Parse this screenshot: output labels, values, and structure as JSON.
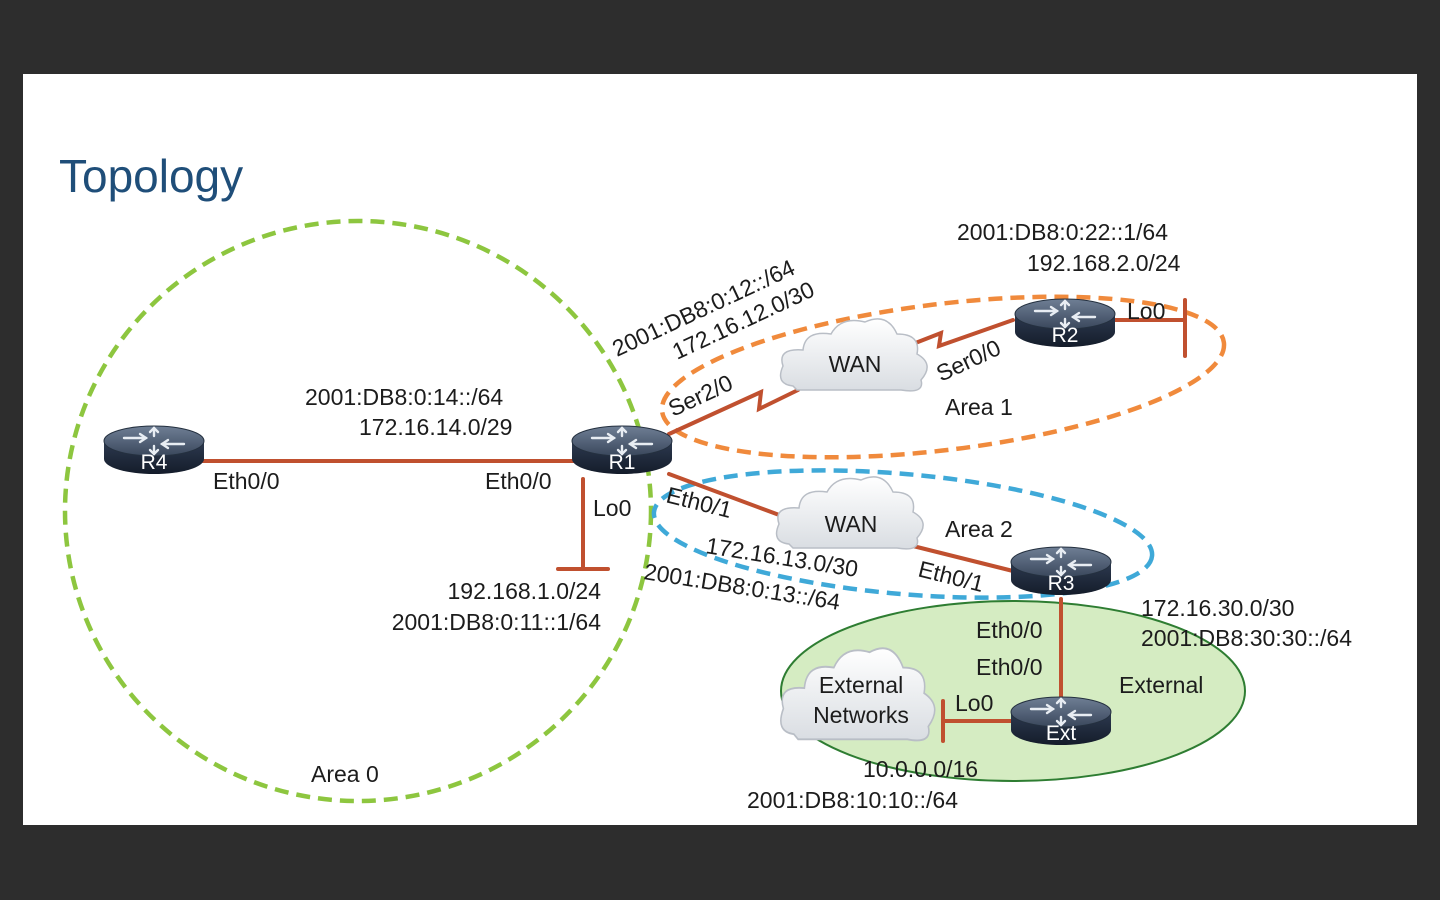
{
  "title": "Topology",
  "colors": {
    "area0": "#8dc63f",
    "area1": "#f08a3c",
    "area2": "#3fa9d8",
    "external_fill": "#d5ecc2",
    "external_stroke": "#2e7d32",
    "link": "#c0502f",
    "title": "#1f4e79"
  },
  "areas": {
    "area0": "Area 0",
    "area1": "Area 1",
    "area2": "Area 2",
    "external": "External"
  },
  "routers": {
    "r1": "R1",
    "r2": "R2",
    "r3": "R3",
    "r4": "R4",
    "ext": "Ext"
  },
  "clouds": {
    "wan1": "WAN",
    "wan2": "WAN",
    "external_line1": "External",
    "external_line2": "Networks"
  },
  "interfaces": {
    "r4_eth00": "Eth0/0",
    "r1_eth00": "Eth0/0",
    "r1_lo0": "Lo0",
    "r1_ser20": "Ser2/0",
    "r1_eth01": "Eth0/1",
    "r2_ser00": "Ser0/0",
    "r2_lo0": "Lo0",
    "r3_eth01": "Eth0/1",
    "r3_eth00": "Eth0/0",
    "ext_eth00": "Eth0/0",
    "ext_lo0": "Lo0"
  },
  "subnets": {
    "r1_r4_ipv6": "2001:DB8:0:14::/64",
    "r1_r4_ipv4": "172.16.14.0/29",
    "r1_lo0_ipv4": "192.168.1.0/24",
    "r1_lo0_ipv6": "2001:DB8:0:11::1/64",
    "r1_r2_ipv6": "2001:DB8:0:12::/64",
    "r1_r2_ipv4": "172.16.12.0/30",
    "r2_lo0_ipv6": "2001:DB8:0:22::1/64",
    "r2_lo0_ipv4": "192.168.2.0/24",
    "r1_r3_ipv4": "172.16.13.0/30",
    "r1_r3_ipv6": "2001:DB8:0:13::/64",
    "r3_ext_ipv4": "172.16.30.0/30",
    "r3_ext_ipv6": "2001:DB8:30:30::/64",
    "ext_lo0_ipv4": "10.0.0.0/16",
    "ext_lo0_ipv6": "2001:DB8:10:10::/64"
  },
  "icons": {
    "router": "router-icon",
    "cloud": "cloud-icon",
    "loopback": "loopback-icon"
  }
}
